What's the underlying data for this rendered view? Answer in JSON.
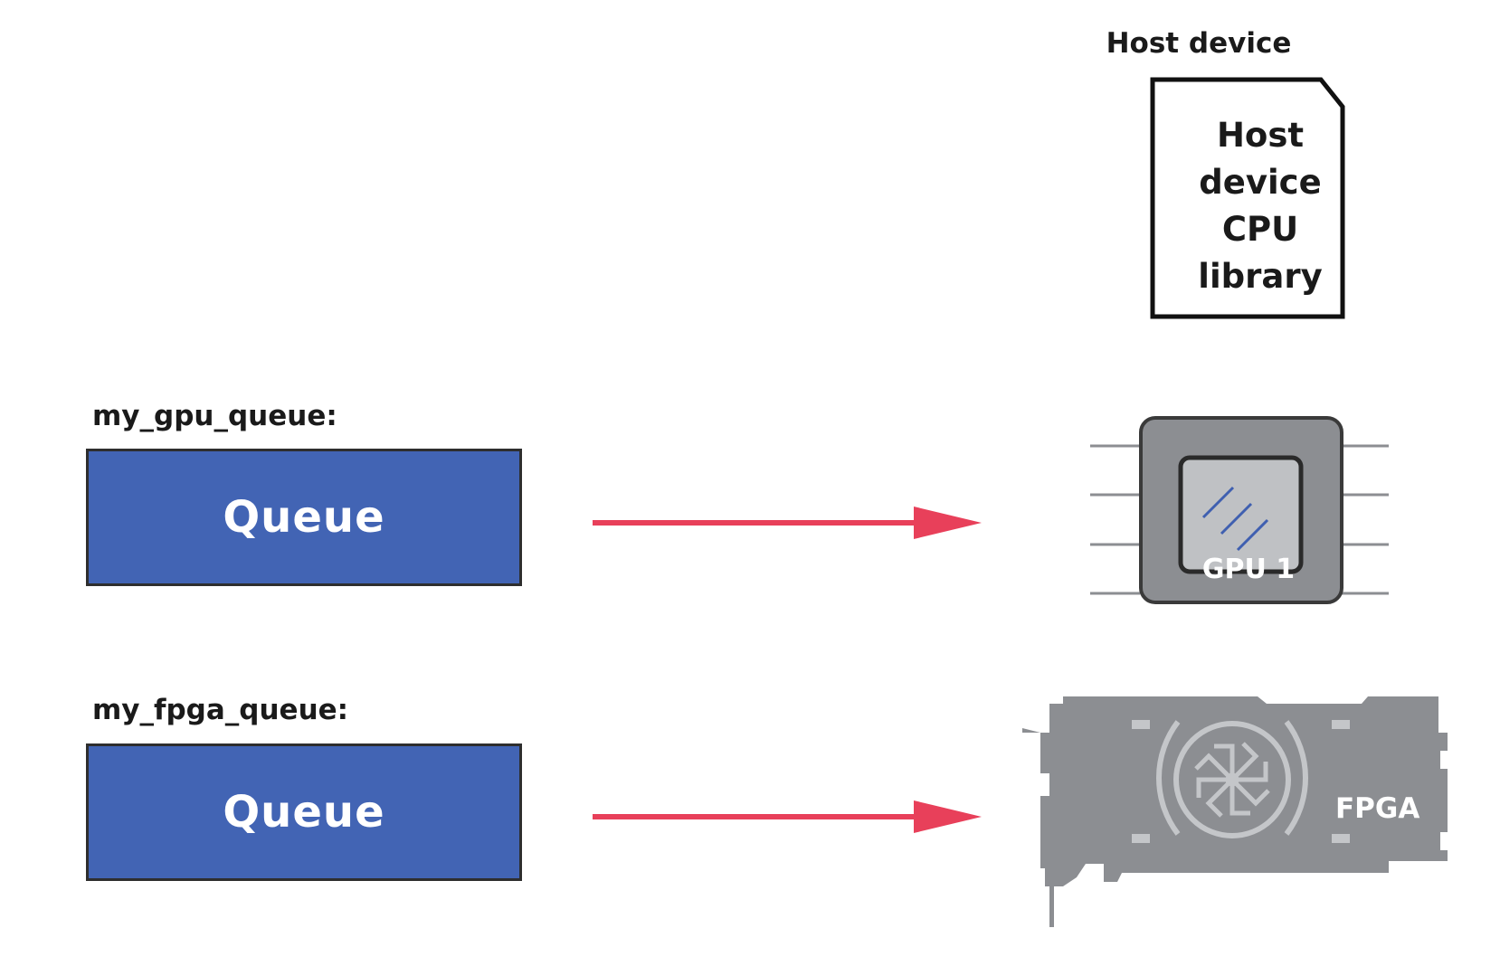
{
  "colors": {
    "queue_fill": "#4264b4",
    "arrow": "#e8405a",
    "chip_gray": "#8c8e92",
    "chip_die": "#bfc1c4",
    "die_stripes": "#3f5fb0",
    "fpga_gray": "#8c8e92",
    "fpga_light": "#c4c6c9"
  },
  "host_device": {
    "title": "Host device",
    "library_lines": [
      "Host",
      "device",
      "CPU",
      "library"
    ]
  },
  "queues": [
    {
      "label": "my_gpu_queue:",
      "box_text": "Queue",
      "target": "GPU 1"
    },
    {
      "label": "my_fpga_queue:",
      "box_text": "Queue",
      "target": "FPGA"
    }
  ],
  "devices": {
    "gpu": {
      "label": "GPU 1",
      "icon": "gpu-chip-icon"
    },
    "fpga": {
      "label": "FPGA",
      "icon": "fpga-card-icon"
    }
  }
}
